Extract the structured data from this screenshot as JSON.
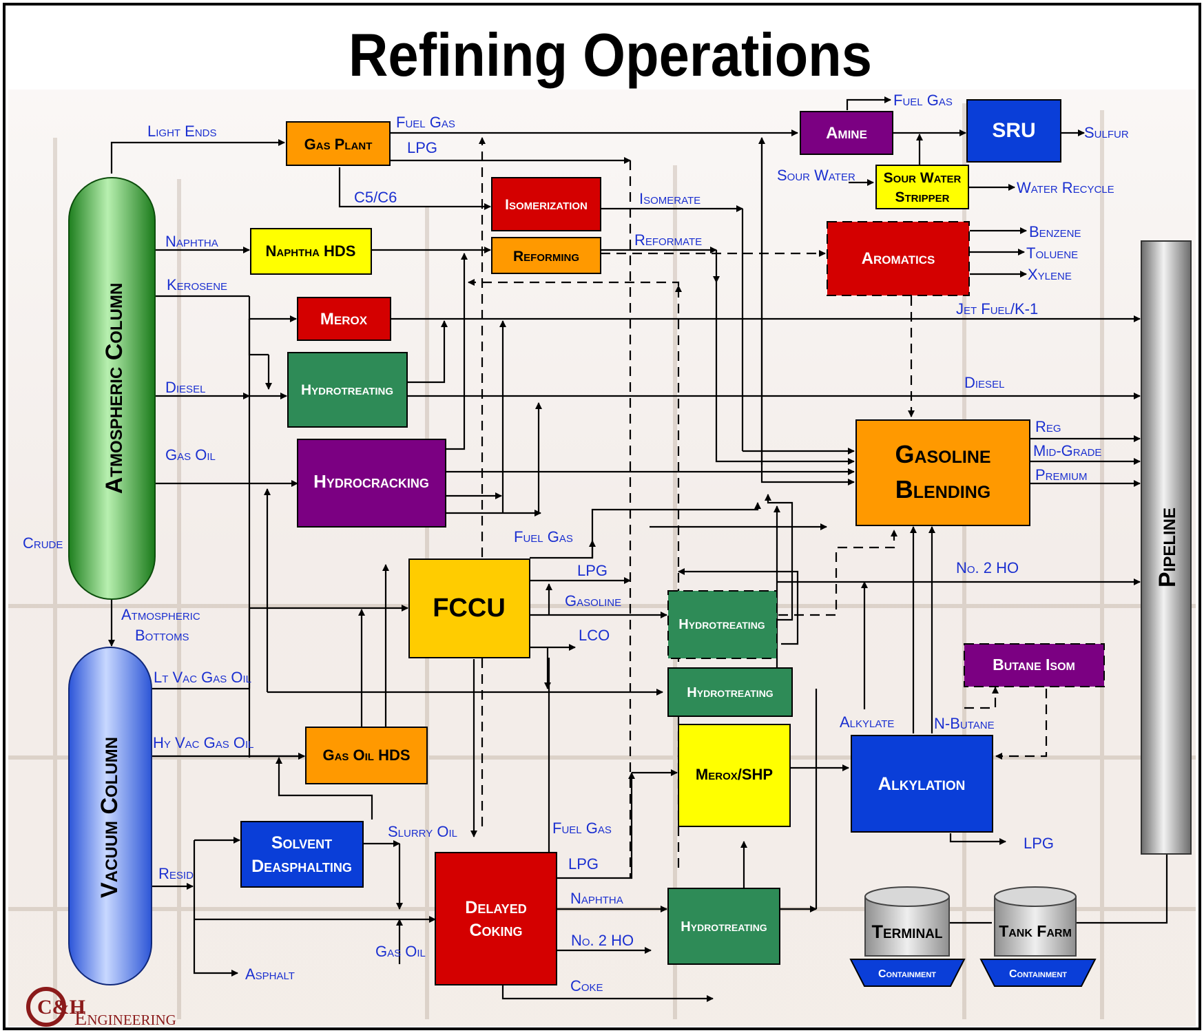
{
  "title": "Refining Operations",
  "colors": {
    "orange": "#ff9900",
    "red": "#d40000",
    "purple": "#7b0082",
    "yellow": "#ffff00",
    "green": "#2e8b57",
    "blue": "#0a3ed8",
    "gold": "#ffcc00",
    "label_text": "#1a2fd0"
  },
  "columns": {
    "atmospheric": "Atmospheric Column",
    "vacuum": "Vacuum Column",
    "pipeline": "Pipeline"
  },
  "units": {
    "gas_plant": "Gas Plant",
    "isomerization": "Isomerization",
    "naphtha_hds": "Naphtha HDS",
    "reforming": "Reforming",
    "merox": "Merox",
    "hydrotreating_kero": "Hydrotreating",
    "hydrocracking": "Hydrocracking",
    "fccu": "FCCU",
    "hydrotreating_gasoline": "Hydrotreating",
    "hydrotreating_lco": "Hydrotreating",
    "gas_oil_hds": "Gas Oil HDS",
    "merox_shp": "Merox/SHP",
    "solvent_deasphalting_1": "Solvent",
    "solvent_deasphalting_2": "Deasphalting",
    "delayed_coking_1": "Delayed",
    "delayed_coking_2": "Coking",
    "hydrotreating_coker": "Hydrotreating",
    "amine": "Amine",
    "sru": "SRU",
    "sour_water_stripper_1": "Sour Water",
    "sour_water_stripper_2": "Stripper",
    "aromatics": "Aromatics",
    "gasoline_blending_1": "Gasoline",
    "gasoline_blending_2": "Blending",
    "butane_isom": "Butane Isom",
    "alkylation": "Alkylation"
  },
  "storage": {
    "terminal": "Terminal",
    "tank_farm": "Tank Farm",
    "containment": "Containment"
  },
  "streams": {
    "light_ends": "Light Ends",
    "fuel_gas": "Fuel Gas",
    "lpg": "LPG",
    "c5c6": "C5/C6",
    "isomerate": "Isomerate",
    "reformate": "Reformate",
    "naphtha": "Naphtha",
    "kerosene": "Kerosene",
    "diesel": "Diesel",
    "gas_oil": "Gas Oil",
    "crude": "Crude",
    "atm_bottoms_1": "Atmospheric",
    "atm_bottoms_2": "Bottoms",
    "lt_vac_gas_oil": "Lt Vac Gas Oil",
    "hy_vac_gas_oil": "Hy Vac Gas Oil",
    "resid": "Resid",
    "asphalt": "Asphalt",
    "slurry_oil": "Slurry Oil",
    "gasoline": "Gasoline",
    "lco": "LCO",
    "no2ho": "No. 2 HO",
    "coke": "Coke",
    "sulfur": "Sulfur",
    "sour_water": "Sour Water",
    "water_recycle": "Water Recycle",
    "benzene": "Benzene",
    "toluene": "Toluene",
    "xylene": "Xylene",
    "jet_fuel": "Jet Fuel/K-1",
    "reg": "Reg",
    "mid_grade": "Mid-Grade",
    "premium": "Premium",
    "alkylate": "Alkylate",
    "n_butane": "N-Butane"
  },
  "logo": {
    "mark": "C&H",
    "text": "Engineering"
  }
}
